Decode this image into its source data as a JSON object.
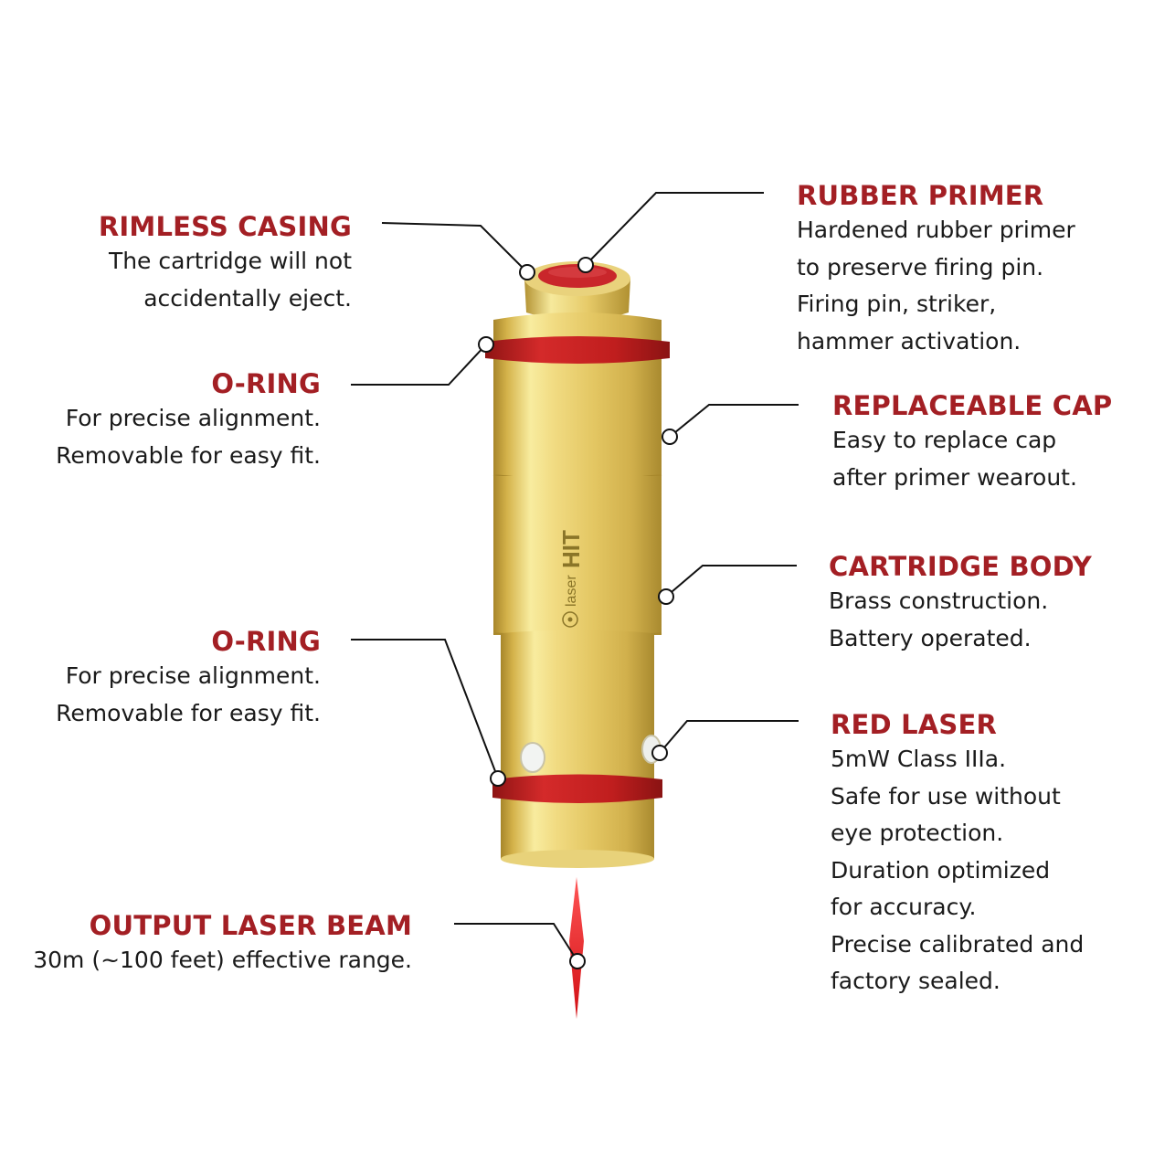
{
  "colors": {
    "title": "#a31f24",
    "text": "#1a1a1a",
    "brass_light": "#f6e79c",
    "brass_mid": "#dcbc53",
    "brass_dark": "#a7862a",
    "oring": "#c01e1e",
    "primer": "#c9262b",
    "laser": "#e0161b"
  },
  "product": {
    "brand_prefix": "laser",
    "brand_name": "HIT"
  },
  "callouts": {
    "rimless_casing": {
      "title": "RIMLESS CASING",
      "lines": [
        "The cartridge will not",
        "accidentally eject."
      ]
    },
    "oring_top": {
      "title": "O-RING",
      "lines": [
        "For precise alignment.",
        "Removable for easy fit."
      ]
    },
    "oring_bottom": {
      "title": "O-RING",
      "lines": [
        "For precise alignment.",
        "Removable for easy fit."
      ]
    },
    "output_laser_beam": {
      "title": "OUTPUT LASER BEAM",
      "lines": [
        "30m (~100 feet) effective range."
      ]
    },
    "rubber_primer": {
      "title": "RUBBER PRIMER",
      "lines": [
        "Hardened rubber primer",
        "to preserve firing pin.",
        "Firing pin, striker,",
        "hammer  activation."
      ]
    },
    "replaceable_cap": {
      "title": "REPLACEABLE CAP",
      "lines": [
        "Easy to replace cap",
        "after primer wearout."
      ]
    },
    "cartridge_body": {
      "title": "CARTRIDGE BODY",
      "lines": [
        "Brass construction.",
        "Battery operated."
      ]
    },
    "red_laser": {
      "title": "RED LASER",
      "lines": [
        "5mW Class IIIa.",
        "Safe for use without",
        "eye protection.",
        "Duration optimized",
        "for accuracy.",
        "Precise calibrated and",
        "factory sealed."
      ]
    }
  }
}
